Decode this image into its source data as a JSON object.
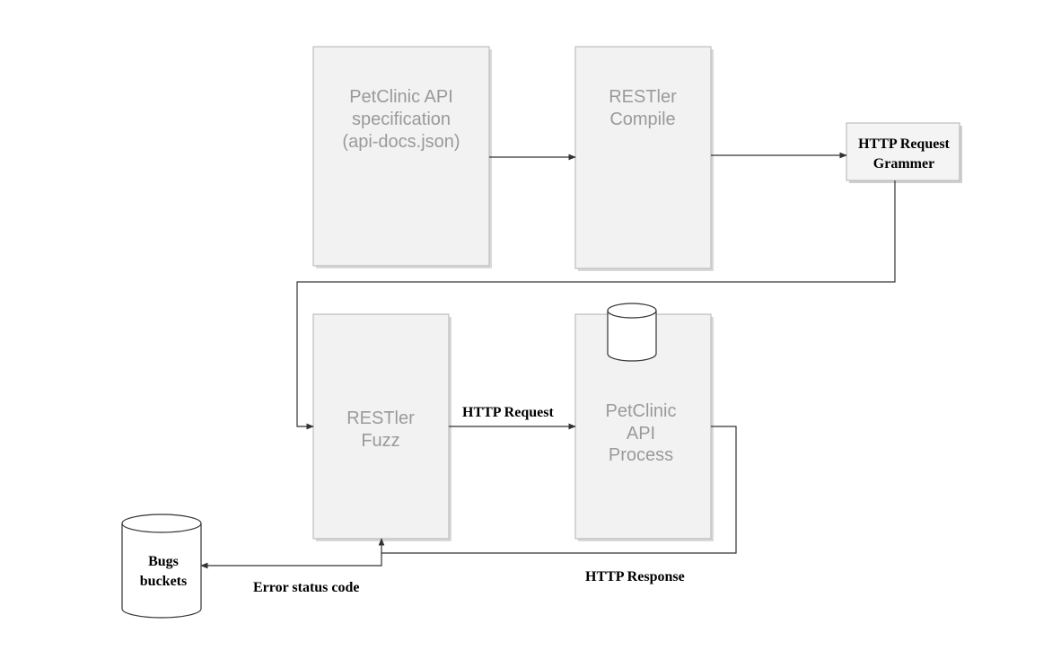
{
  "nodes": {
    "spec": {
      "lines": [
        "PetClinic API",
        "specification",
        "(api-docs.json)"
      ]
    },
    "compile": {
      "lines": [
        "RESTler",
        "Compile"
      ]
    },
    "grammar": {
      "lines": [
        "HTTP Request",
        "Grammer"
      ]
    },
    "fuzz": {
      "lines": [
        "RESTler",
        "Fuzz"
      ]
    },
    "process": {
      "lines": [
        "PetClinic",
        "API",
        "Process"
      ]
    },
    "bugs": {
      "lines": [
        "Bugs",
        "buckets"
      ]
    }
  },
  "edges": {
    "http_request": "HTTP Request",
    "http_response": "HTTP Response",
    "error_status": "Error status code"
  },
  "colors": {
    "box_fill": "#f2f2f2",
    "box_text": "#9a9a9a",
    "line": "#333333"
  }
}
